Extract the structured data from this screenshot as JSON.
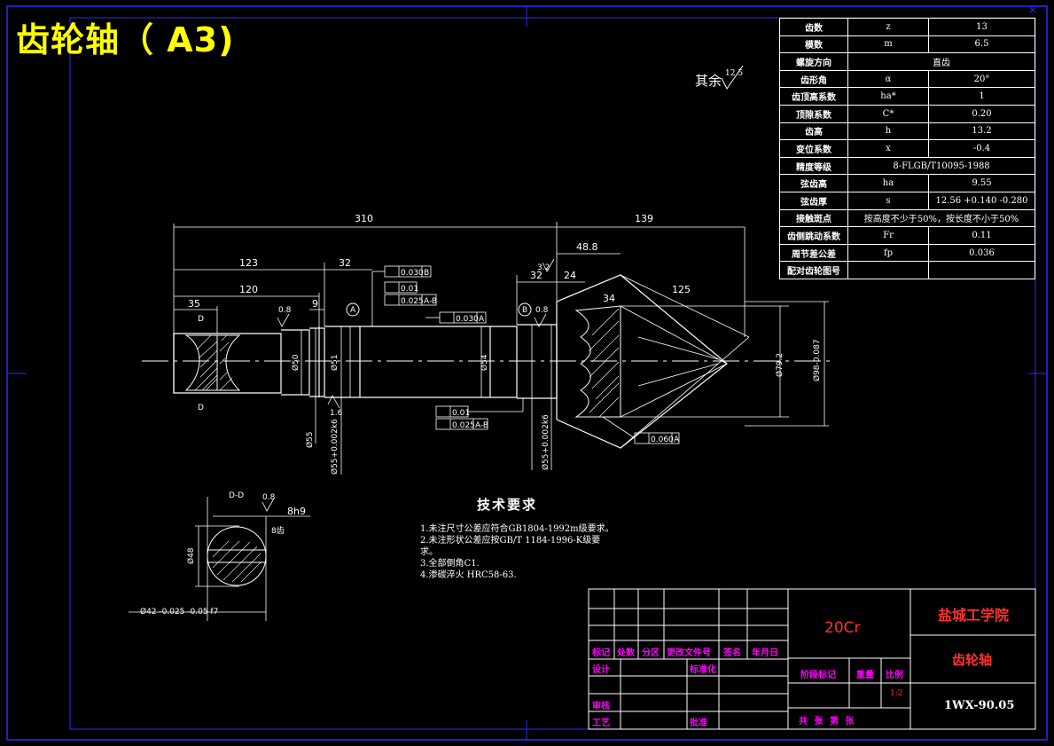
{
  "drawing_title": "齿轮轴（  A3)",
  "remaining_roughness": {
    "label": "其余",
    "value": "12.5"
  },
  "parameters": [
    {
      "name": "齿数",
      "symbol": "z",
      "value": "13"
    },
    {
      "name": "模数",
      "symbol": "m",
      "value": "6.5"
    },
    {
      "name": "螺旋方向",
      "symbol": "",
      "value": "直齿"
    },
    {
      "name": "齿形角",
      "symbol": "α",
      "value": "20°"
    },
    {
      "name": "齿顶高系数",
      "symbol": "ha*",
      "value": "1"
    },
    {
      "name": "顶隙系数",
      "symbol": "C*",
      "value": "0.20"
    },
    {
      "name": "齿高",
      "symbol": "h",
      "value": "13.2"
    },
    {
      "name": "变位系数",
      "symbol": "x",
      "value": "-0.4"
    },
    {
      "name": "精度等级",
      "symbol": "",
      "value": "8-FLGB/T10095-1988"
    },
    {
      "name": "弦齿高",
      "symbol": "ha",
      "value": "9.55"
    },
    {
      "name": "弦齿厚",
      "symbol": "s",
      "value": "12.56 +0.140 -0.280"
    },
    {
      "name": "接触斑点",
      "symbol": "",
      "value": "按高度不少于50%，按长度不小于50%"
    },
    {
      "name": "齿侧跳动系数",
      "symbol": "Fr",
      "value": "0.11"
    },
    {
      "name": "周节差公差",
      "symbol": "fp",
      "value": "0.036"
    },
    {
      "name": "配对齿轮图号",
      "symbol": "",
      "value": ""
    }
  ],
  "dimensions": {
    "d310": "310",
    "d139": "139",
    "d123": "123",
    "d32": "32",
    "d120": "120",
    "d35": "35",
    "d9": "9",
    "d48_8": "48.8",
    "d32b": "32",
    "d24": "24",
    "d34": "34",
    "d125": "125",
    "r32": "3.2",
    "dia50": "Ø50",
    "dia51": "Ø51",
    "dia54": "Ø54",
    "dia79": "Ø79.2",
    "dia98": "Ø98-0.087",
    "dia55a": "Ø55",
    "dia55b": "Ø55+0.002k6",
    "dia55c": "Ø55+0.002k6",
    "r08a": "0.8",
    "r08b": "0.8",
    "r16": "1.6",
    "d1": "D",
    "d2": "D",
    "tol_a": "0.030",
    "tol_a_ref": "B",
    "tol_b": "0.01",
    "tol_c": "0.025",
    "tol_c_ref": "A-B",
    "tol_d": "0.030",
    "tol_d_ref": "A",
    "tol_e": "0.01",
    "tol_f": "0.025",
    "tol_f_ref": "A-B",
    "tol_g": "0.060",
    "tol_g_ref": "A",
    "datum_a": "A",
    "datum_b": "B"
  },
  "section": {
    "label": "D-D",
    "roughness": "0.8",
    "keyway": "8h9",
    "teeth": "8齿",
    "dia48": "Ø48",
    "dia42": "Ø42 -0.025 -0.05 f7"
  },
  "tech_requirements": {
    "heading": "技术要求",
    "items": [
      "1.未注尺寸公差应符合GB1804-1992m级要求。",
      "2.未注形状公差应按GB/T 1184-1996-K级要",
      "求。",
      "3.全部倒角C1.",
      "4.渗碳淬火 HRC58-63."
    ]
  },
  "title_block": {
    "material": "20Cr",
    "school": "盐城工学院",
    "part_name": "齿轮轴",
    "drawing_no": "1WX-90.05",
    "row_labels": [
      "标记",
      "处数",
      "分区",
      "更改文件号",
      "签名",
      "年月日"
    ],
    "design": "设计",
    "standard": "标准化",
    "review": "审核",
    "process": "工艺",
    "approve": "批准",
    "stage_mark": "阶段标记",
    "weight": "重量",
    "scale_label": "比例",
    "scale": "1:2",
    "sheets": "共   张 第   张"
  },
  "colors": {
    "frame": "#2b2bff",
    "line": "#ffffff",
    "title": "#ffff00",
    "magenta": "#ff00ff",
    "red": "#ff3030"
  }
}
